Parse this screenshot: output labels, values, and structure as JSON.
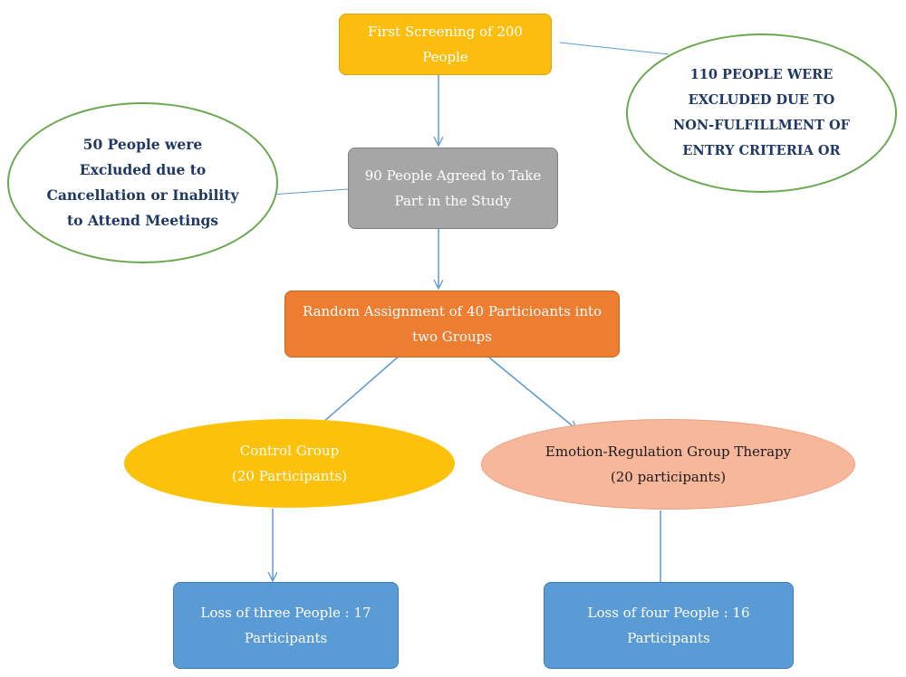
{
  "nodes": {
    "screening": {
      "line1": "First Screening of 200",
      "line2": "People"
    },
    "excluded_110": {
      "line1": "110 PEOPLE WERE",
      "line2": "EXCLUDED DUE TO",
      "line3": "NON-FULFILLMENT OF",
      "line4": "ENTRY CRITERIA OR"
    },
    "excluded_50": {
      "line1": "50 People were",
      "line2": "Excluded due to",
      "line3": "Cancellation or Inability",
      "line4": "to Attend Meetings"
    },
    "agreed": {
      "line1": "90 People Agreed to Take",
      "line2": "Part in the Study"
    },
    "random": {
      "line1": "Random Assignment of 40 Particioants into",
      "line2": "two Groups"
    },
    "control": {
      "line1": "Control Group",
      "line2": "(20 Participants)"
    },
    "erg": {
      "line1": "Emotion-Regulation Group Therapy",
      "line2": "(20 participants)"
    },
    "loss3": {
      "line1": "Loss of three People : 17",
      "line2": "Participants"
    },
    "loss4": {
      "line1": "Loss of four People : 16",
      "line2": "Participants"
    }
  },
  "colors": {
    "arrow": "#5b9bd5",
    "screening": "#fbbd0e",
    "agreed": "#a6a6a6",
    "random": "#ed7d31",
    "control": "#fcc10a",
    "erg": "#f7b79a",
    "loss": "#5b9bd5",
    "exclusion_border": "#6aa84f",
    "exclusion_text": "#1f3864"
  }
}
